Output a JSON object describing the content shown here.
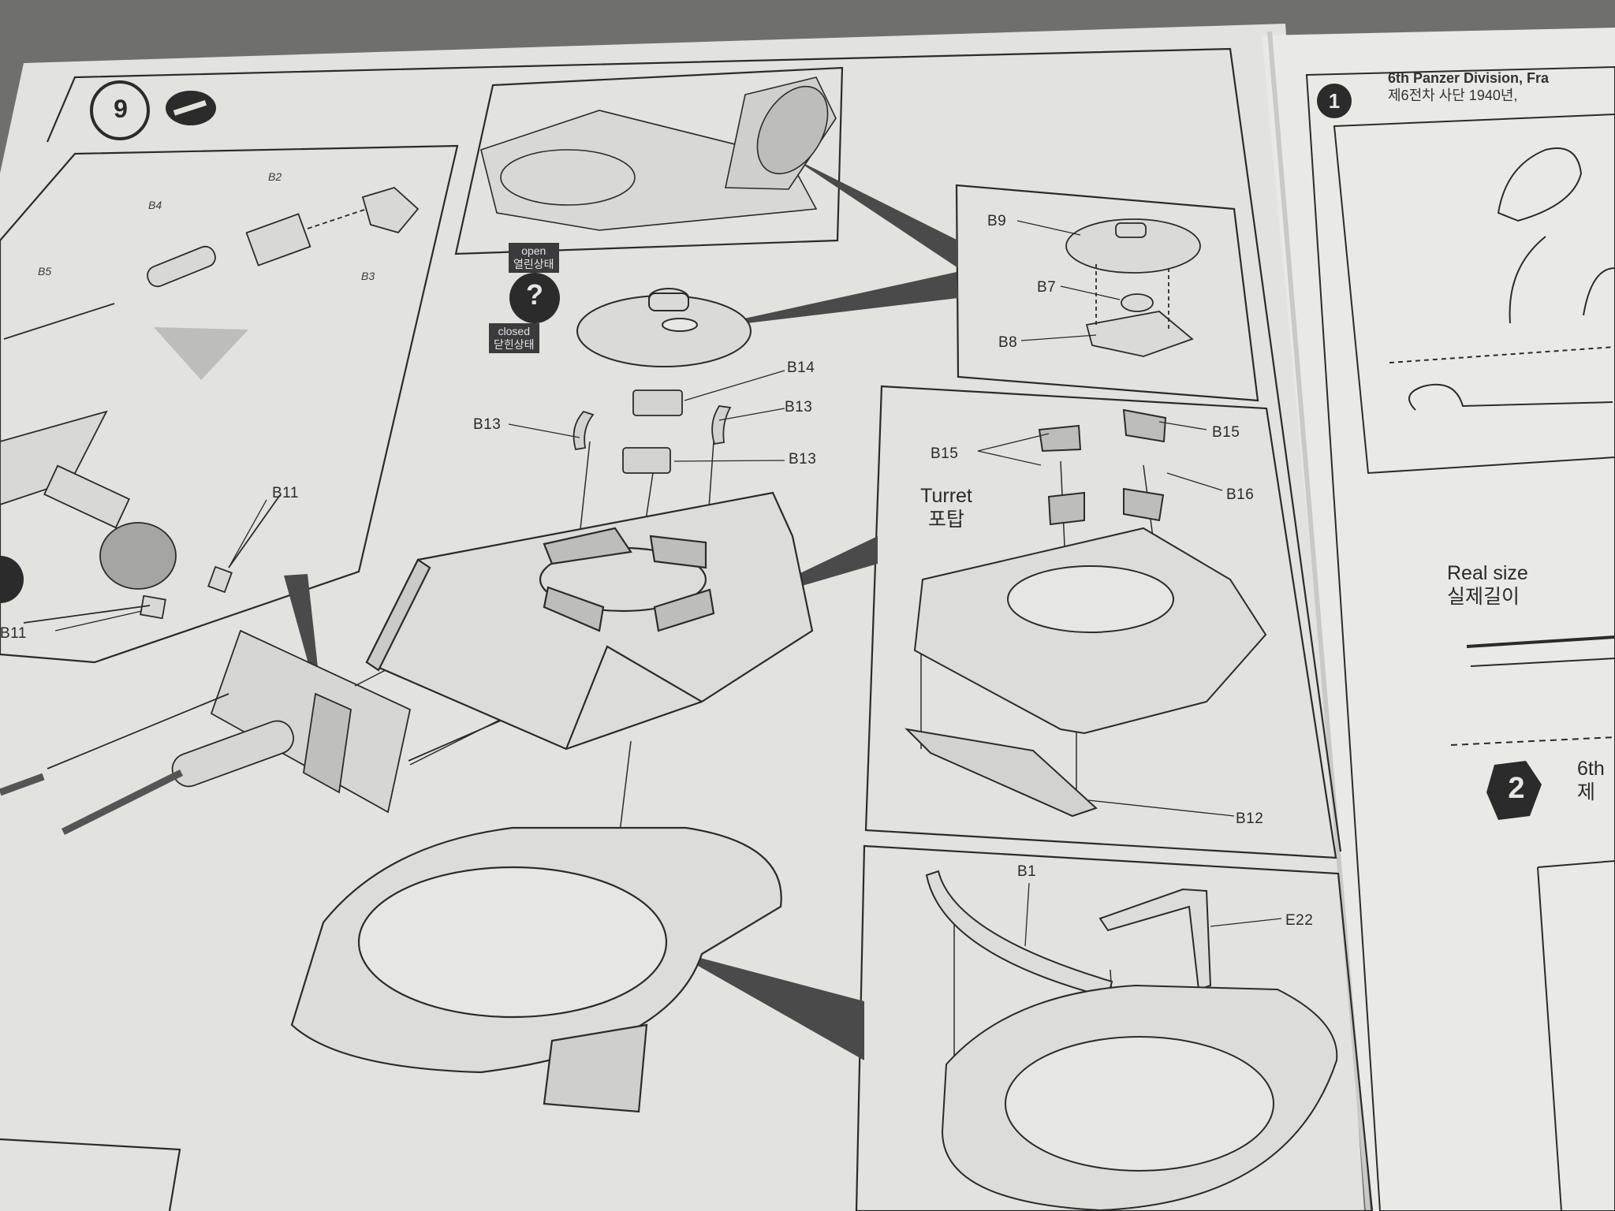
{
  "step": {
    "number": "9"
  },
  "help_symbol": "?",
  "hatch_states": {
    "open": {
      "en": "open",
      "ko": "열린상태"
    },
    "closed": {
      "en": "closed",
      "ko": "닫힌상태"
    }
  },
  "part_labels": {
    "B2": "B2",
    "B3": "B3",
    "B4": "B4",
    "B5": "B5",
    "B11_a": "B11",
    "B11_b": "B11",
    "B9": "B9",
    "B7": "B7",
    "B8": "B8",
    "B14": "B14",
    "B13_a": "B13",
    "B13_b": "B13",
    "B13_c": "B13",
    "B15_a": "B15",
    "B15_b": "B15",
    "B16": "B16",
    "B12": "B12",
    "B1": "B1",
    "E22": "E22"
  },
  "turret": {
    "en": "Turret",
    "ko": "포탑"
  },
  "right_page": {
    "scheme1": {
      "number": "1",
      "title_en": "6th Panzer Division, Fra",
      "title_ko": "제6전차 사단 1940년,"
    },
    "real_size": {
      "en": "Real size",
      "ko": "실제길이"
    },
    "scheme2": {
      "number": "2",
      "title_en": "6th",
      "title_ko": "제"
    }
  },
  "colors": {
    "paper": "#e6e6e3",
    "ink": "#2b2b2b",
    "shade": "#9a9a98",
    "background": "#6f6f6c"
  }
}
